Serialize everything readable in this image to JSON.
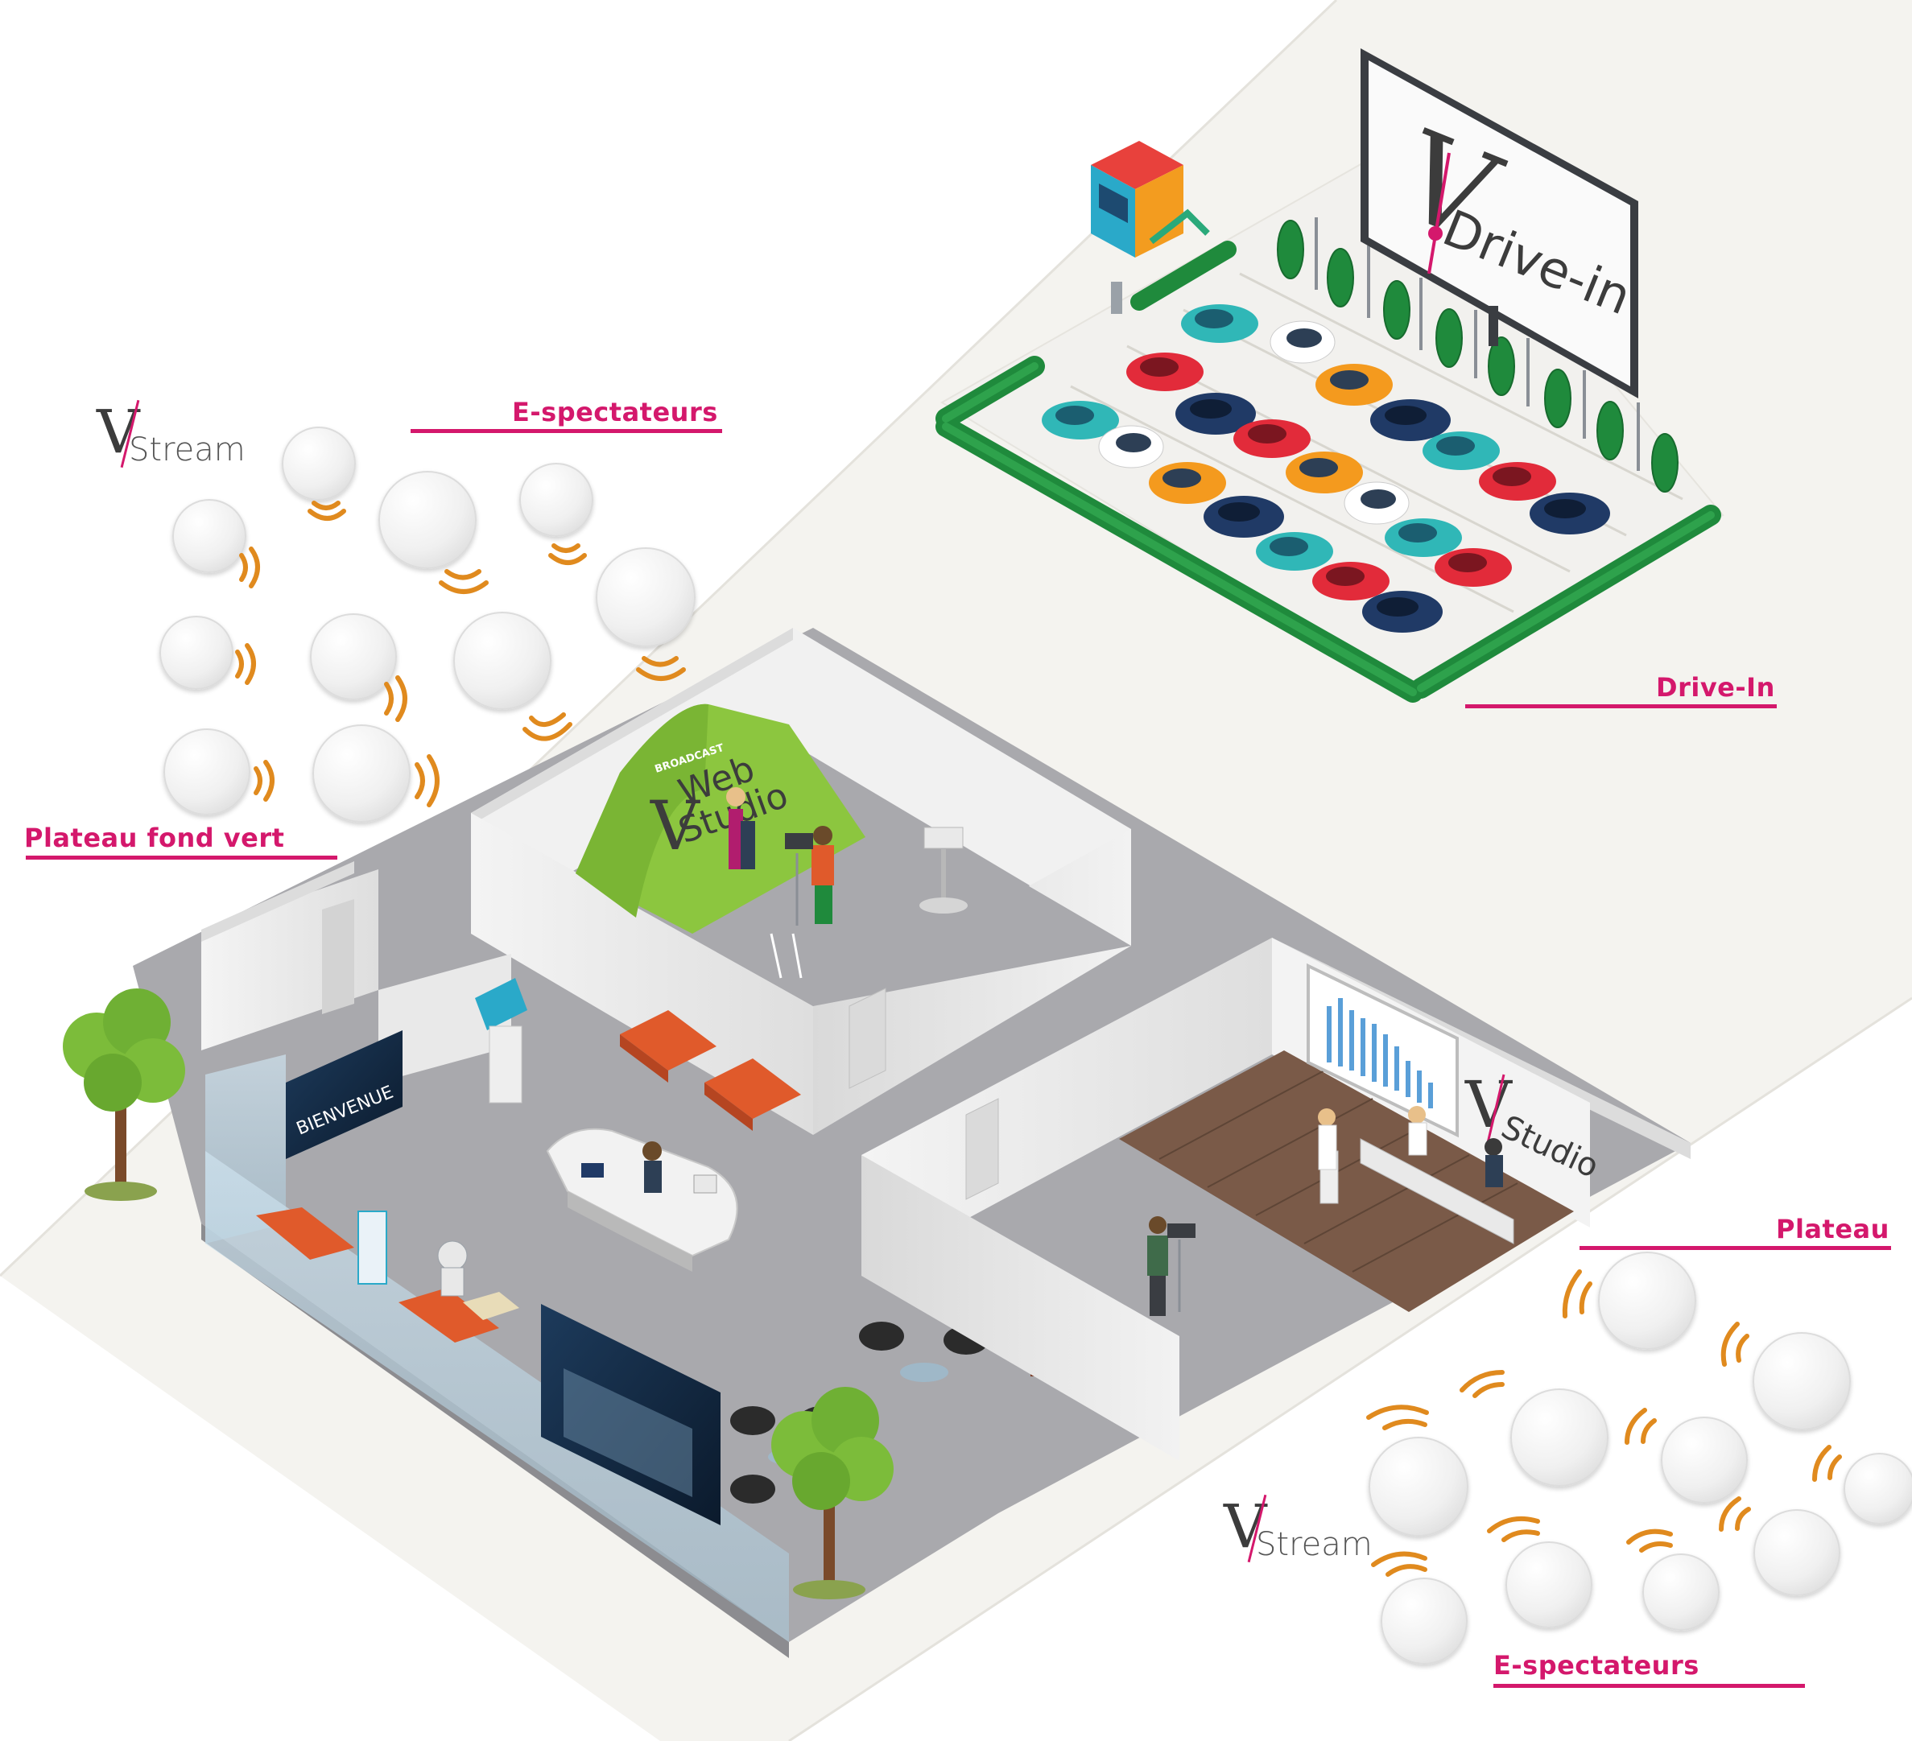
{
  "labels": {
    "e_spectateurs_top": "E-spectateurs",
    "drive_in": "Drive-In",
    "plateau_fond_vert": "Plateau fond vert",
    "plateau": "Plateau",
    "e_spectateurs_bottom": "E-spectateurs"
  },
  "logos": {
    "stream_word": "Stream",
    "drive_in_billboard_word": "Drive-in",
    "web_studio_word_1": "Web",
    "web_studio_word_2": "Studio",
    "studio_wall_word": "Studio",
    "broadcast_tag": "BROADCAST",
    "welcome_screen_text": "BIENVENUE"
  },
  "colors": {
    "accent": "#d4186c",
    "floor": "#a9a9ad",
    "ground": "#f3f2ee",
    "wall": "#ececec",
    "hedge": "#1f8a3c",
    "green_screen": "#8cc63f",
    "signal": "#e08a1e",
    "sofa": "#e05a2b"
  },
  "icons": [
    "spectator-desk-icon",
    "wifi-signal-icon",
    "car-icon",
    "tree-icon",
    "camera-operator-icon",
    "ticket-booth-icon",
    "billboard-icon"
  ]
}
